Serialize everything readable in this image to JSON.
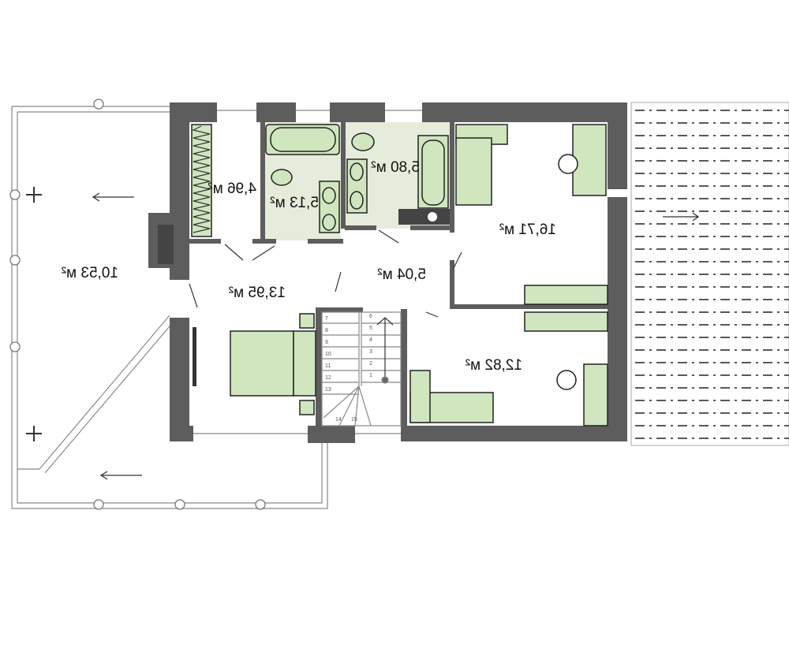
{
  "plan": {
    "rooms": [
      {
        "id": "terrace",
        "area": "10,53 м²"
      },
      {
        "id": "wardrobe",
        "area": "4,96 м²"
      },
      {
        "id": "bathroom-small",
        "area": "5,13 м²"
      },
      {
        "id": "bathroom-large",
        "area": "5,80 м²"
      },
      {
        "id": "bedroom-northeast",
        "area": "16,71 м²"
      },
      {
        "id": "bedroom-master",
        "area": "13,95 м²"
      },
      {
        "id": "hall",
        "area": "5,04 м²"
      },
      {
        "id": "bedroom-southeast",
        "area": "12,82 м²"
      }
    ],
    "stair_steps": [
      "1",
      "2",
      "3",
      "4",
      "5",
      "6",
      "7",
      "8",
      "9",
      "10",
      "11",
      "12",
      "13",
      "14",
      "15"
    ],
    "colors": {
      "wall": "#5d5d5d",
      "fixture": "#cfe6bf",
      "wet_floor": "#e6ecdb"
    }
  }
}
